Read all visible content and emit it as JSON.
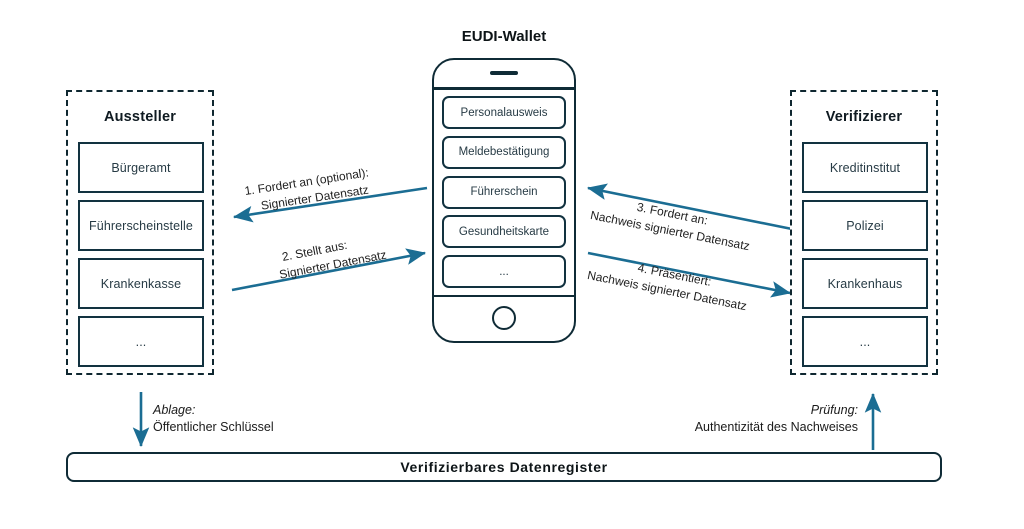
{
  "diagram": {
    "title_center": "EUDI-Wallet",
    "accent_color": "#1b6d93",
    "line_color": "#123240",
    "background": "#ffffff"
  },
  "issuer_panel": {
    "title": "Aussteller",
    "items": [
      {
        "label": "Bürgeramt"
      },
      {
        "label": "Führerscheinstelle"
      },
      {
        "label": "Krankenkasse"
      },
      {
        "label": "..."
      }
    ]
  },
  "verifier_panel": {
    "title": "Verifizierer",
    "items": [
      {
        "label": "Kreditinstitut"
      },
      {
        "label": "Polizei"
      },
      {
        "label": "Krankenhaus"
      },
      {
        "label": "..."
      }
    ]
  },
  "wallet": {
    "title": "EUDI-Wallet",
    "credentials": [
      {
        "label": "Personalausweis"
      },
      {
        "label": "Meldebestätigung"
      },
      {
        "label": "Führerschein"
      },
      {
        "label": "Gesundheitskarte"
      },
      {
        "label": "..."
      }
    ]
  },
  "flows": [
    {
      "id": "flow-1",
      "line1": "1. Fordert an (optional):",
      "line2": "Signierter Datensatz",
      "direction": "wallet-to-issuer"
    },
    {
      "id": "flow-2",
      "line1": "2. Stellt aus:",
      "line2": "Signierter Datensatz",
      "direction": "issuer-to-wallet"
    },
    {
      "id": "flow-3",
      "line1": "3. Fordert an:",
      "line2": "Nachweis signierter Datensatz",
      "direction": "verifier-to-wallet"
    },
    {
      "id": "flow-4",
      "line1": "4. Präsentiert:",
      "line2": "Nachweis signierter Datensatz",
      "direction": "wallet-to-verifier"
    }
  ],
  "registry": {
    "label": "Verifizierbares Datenregister",
    "left_flow": {
      "line1": "Ablage:",
      "line2": "Öffentlicher Schlüssel",
      "direction": "issuer-to-registry"
    },
    "right_flow": {
      "line1": "Prüfung:",
      "line2": "Authentizität des Nachweises",
      "direction": "registry-to-verifier"
    }
  }
}
